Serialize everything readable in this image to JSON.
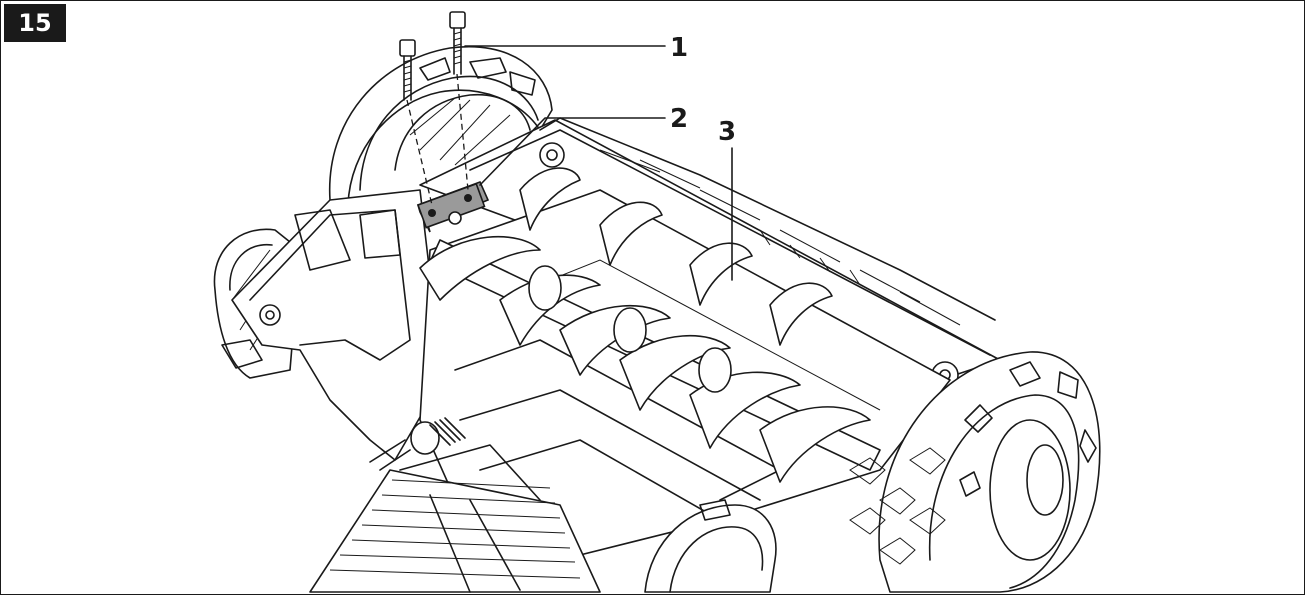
{
  "figure": {
    "number": "15"
  },
  "callouts": [
    {
      "id": "1",
      "label": "1"
    },
    {
      "id": "2",
      "label": "2"
    },
    {
      "id": "3",
      "label": "3"
    }
  ],
  "colors": {
    "ink": "#1a1a1a",
    "highlight_part": "#9a9a9a",
    "background": "#ffffff"
  },
  "icons": [
    "screw-icon",
    "bracket-icon"
  ]
}
